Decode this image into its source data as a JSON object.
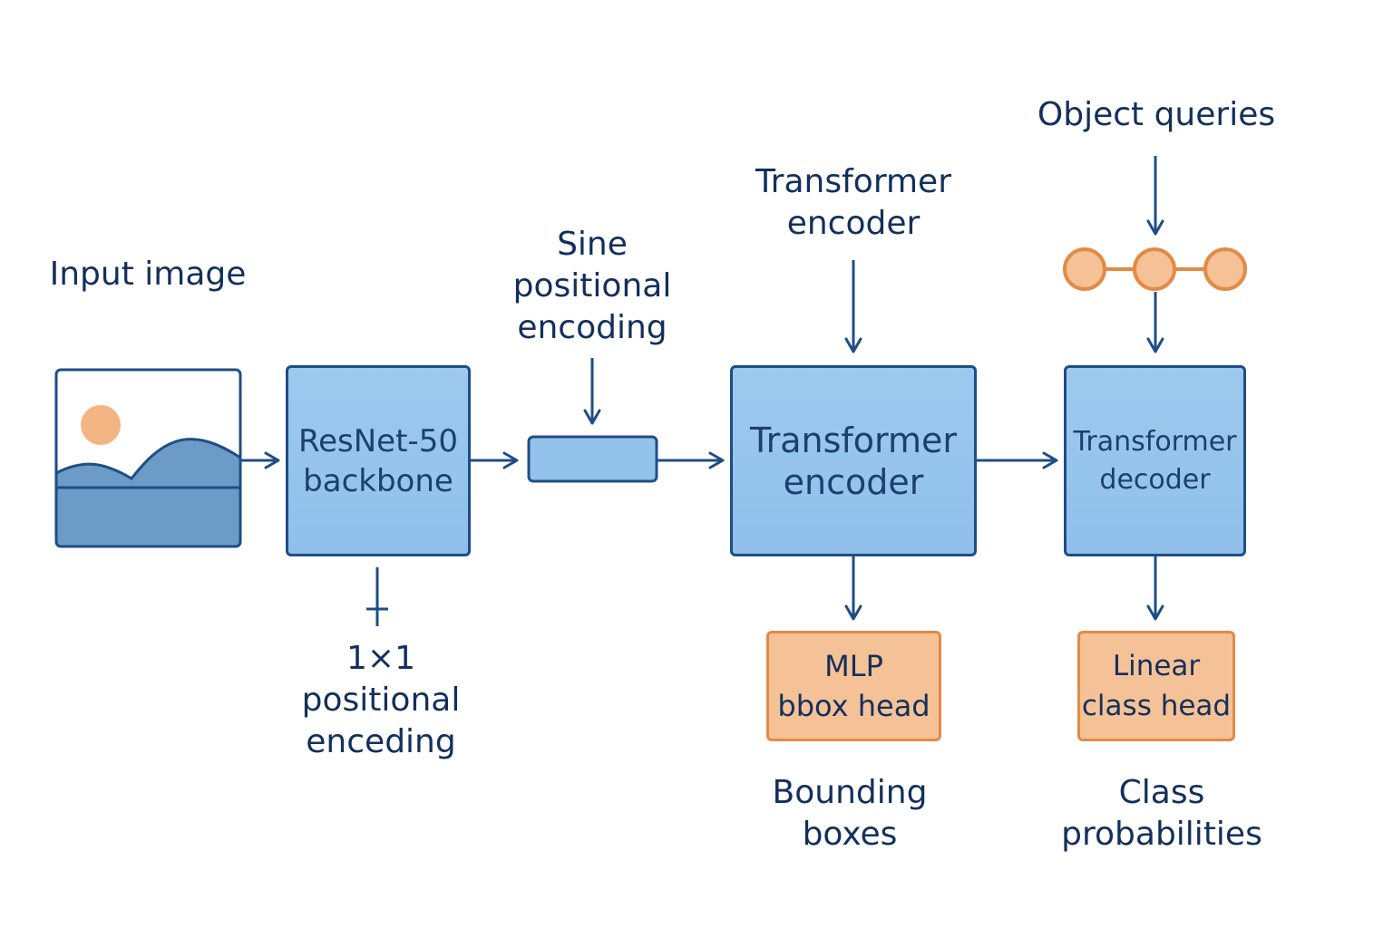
{
  "labels": {
    "input_image": "Input image",
    "sine_line1": "Sine",
    "sine_line2": "positional",
    "sine_line3": "encoding",
    "top_encoder_line1": "Transformer",
    "top_encoder_line2": "encoder",
    "object_queries": "Object queries",
    "pos_line1": "1×1",
    "pos_line2": "positional",
    "pos_line3": "enceding",
    "bbox_out_line1": "Bounding",
    "bbox_out_line2": "boxes",
    "class_out_line1": "Class",
    "class_out_line2": "probabilities"
  },
  "boxes": {
    "backbone_line1": "ResNet-50",
    "backbone_line2": "backbone",
    "encoder_line1": "Transformer",
    "encoder_line2": "encoder",
    "decoder_line1": "Transformer",
    "decoder_line2": "decoder",
    "mlp_line1": "MLP",
    "mlp_line2": "bbox head",
    "linear_line1": "Linear",
    "linear_line2": "class head"
  },
  "colors": {
    "navy": "#1f4d86",
    "text": "#13305c",
    "box_blue": "#93c3eb",
    "orange": "#e38a45",
    "orange_fill": "#f5c196",
    "image_fill": "#6b9bc6"
  },
  "icons": {
    "input": "landscape-image-icon",
    "queries": "query-nodes-icon"
  }
}
